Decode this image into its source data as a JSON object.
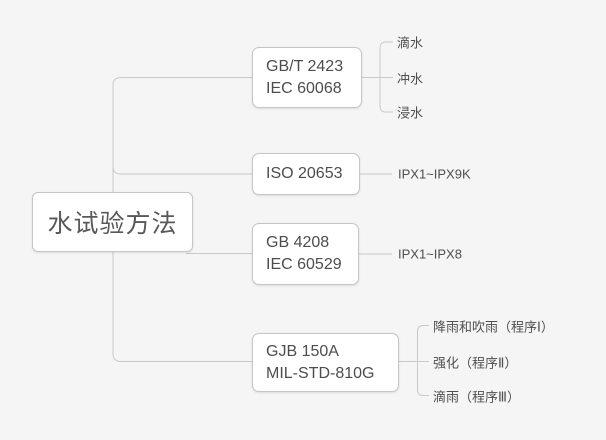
{
  "colors": {
    "background": "#f5f5f5",
    "connector_line": "#c9c9c9",
    "node_border": "#c6c6c6",
    "node_background": "#ffffff",
    "text": "#4d4d4d"
  },
  "mindmap": {
    "root": {
      "label": "水试验方法"
    },
    "branches": [
      {
        "lines": [
          "GB/T 2423",
          "IEC 60068"
        ],
        "children": [
          "滴水",
          "冲水",
          "浸水"
        ]
      },
      {
        "lines": [
          "ISO 20653"
        ],
        "children": [
          "IPX1~IPX9K"
        ]
      },
      {
        "lines": [
          "GB 4208",
          "IEC 60529"
        ],
        "children": [
          "IPX1~IPX8"
        ]
      },
      {
        "lines": [
          "GJB 150A",
          "MIL-STD-810G"
        ],
        "children": [
          "降雨和吹雨（程序Ⅰ）",
          "强化（程序Ⅱ）",
          "滴雨（程序Ⅲ）"
        ]
      }
    ]
  }
}
